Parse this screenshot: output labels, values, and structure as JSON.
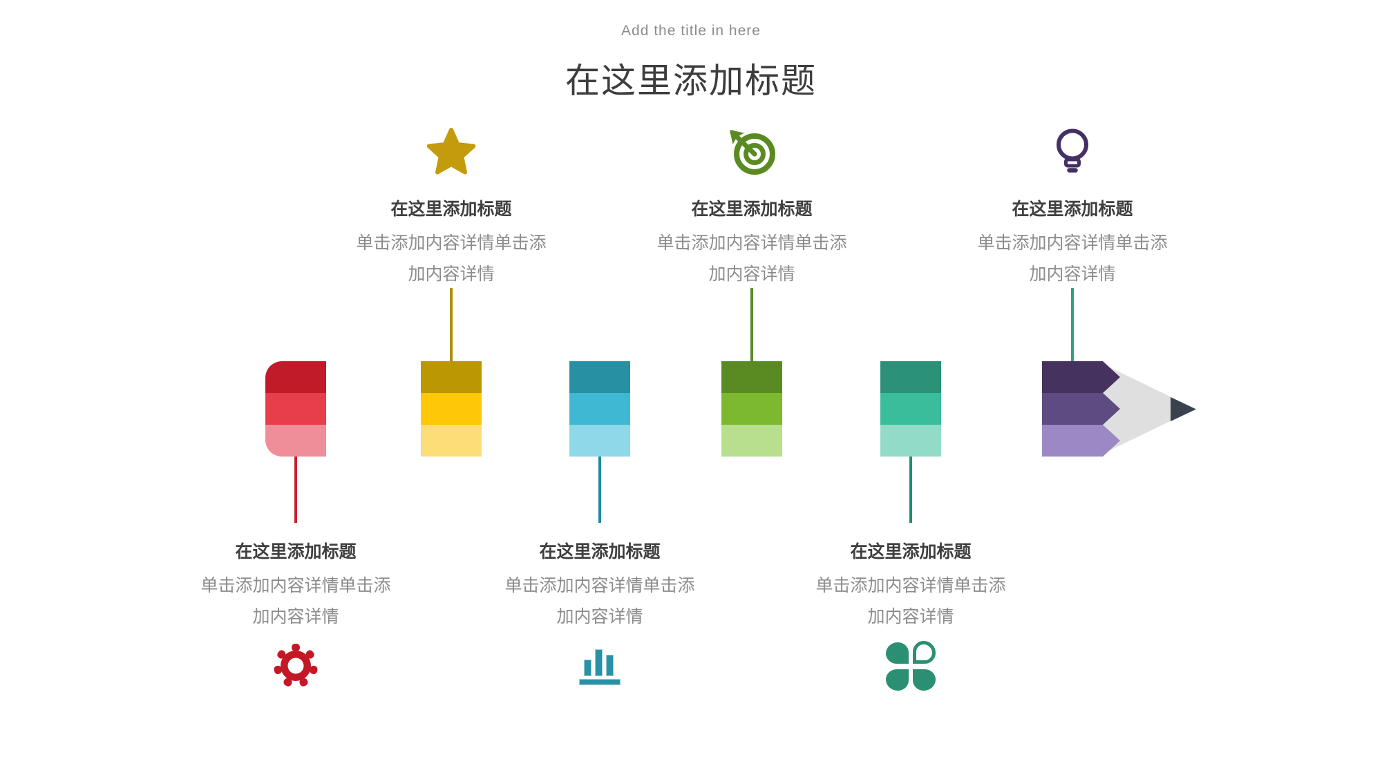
{
  "header": {
    "subtitle": "Add the title in here",
    "title": "在这里添加标题"
  },
  "pencil": {
    "wood_color": "#dfdfdf",
    "tip_color": "#3b424e"
  },
  "items": [
    {
      "position": "bottom",
      "icon": "gear-icon",
      "icon_color": "#c31926",
      "connector_color": "#c81f2e",
      "bands": [
        "#c11a28",
        "#e73e4a",
        "#ef8e98"
      ],
      "title": "在这里添加标题",
      "body_line1": "单击添加内容详情单击添",
      "body_line2": "加内容详情"
    },
    {
      "position": "top",
      "icon": "star-icon",
      "icon_color": "#c49b0c",
      "connector_color": "#ad8d05",
      "bands": [
        "#bb9703",
        "#fec808",
        "#fcdd77"
      ],
      "title": "在这里添加标题",
      "body_line1": "单击添加内容详情单击添",
      "body_line2": "加内容详情"
    },
    {
      "position": "bottom",
      "icon": "bar-chart-icon",
      "icon_color": "#2991a6",
      "connector_color": "#1f8a9e",
      "bands": [
        "#2890a3",
        "#3fb8d3",
        "#8ed8e9"
      ],
      "title": "在这里添加标题",
      "body_line1": "单击添加内容详情单击添",
      "body_line2": "加内容详情"
    },
    {
      "position": "top",
      "icon": "target-icon",
      "icon_color": "#5a8b23",
      "connector_color": "#5a8b23",
      "bands": [
        "#5a8b23",
        "#7db92f",
        "#b7df8e"
      ],
      "title": "在这里添加标题",
      "body_line1": "单击添加内容详情单击添",
      "body_line2": "加内容详情"
    },
    {
      "position": "bottom",
      "icon": "clover-icon",
      "icon_color": "#2b8f73",
      "connector_color": "#1d8f76",
      "bands": [
        "#2b9278",
        "#3abd9b",
        "#92dbc9"
      ],
      "title": "在这里添加标题",
      "body_line1": "单击添加内容详情单击添",
      "body_line2": "加内容详情"
    },
    {
      "position": "top",
      "icon": "lightbulb-icon",
      "icon_color": "#443064",
      "connector_color": "#2ea183",
      "bands": [
        "#46325e",
        "#5d4b81",
        "#9d88c6"
      ],
      "title": "在这里添加标题",
      "body_line1": "单击添加内容详情单击添",
      "body_line2": "加内容详情"
    }
  ]
}
